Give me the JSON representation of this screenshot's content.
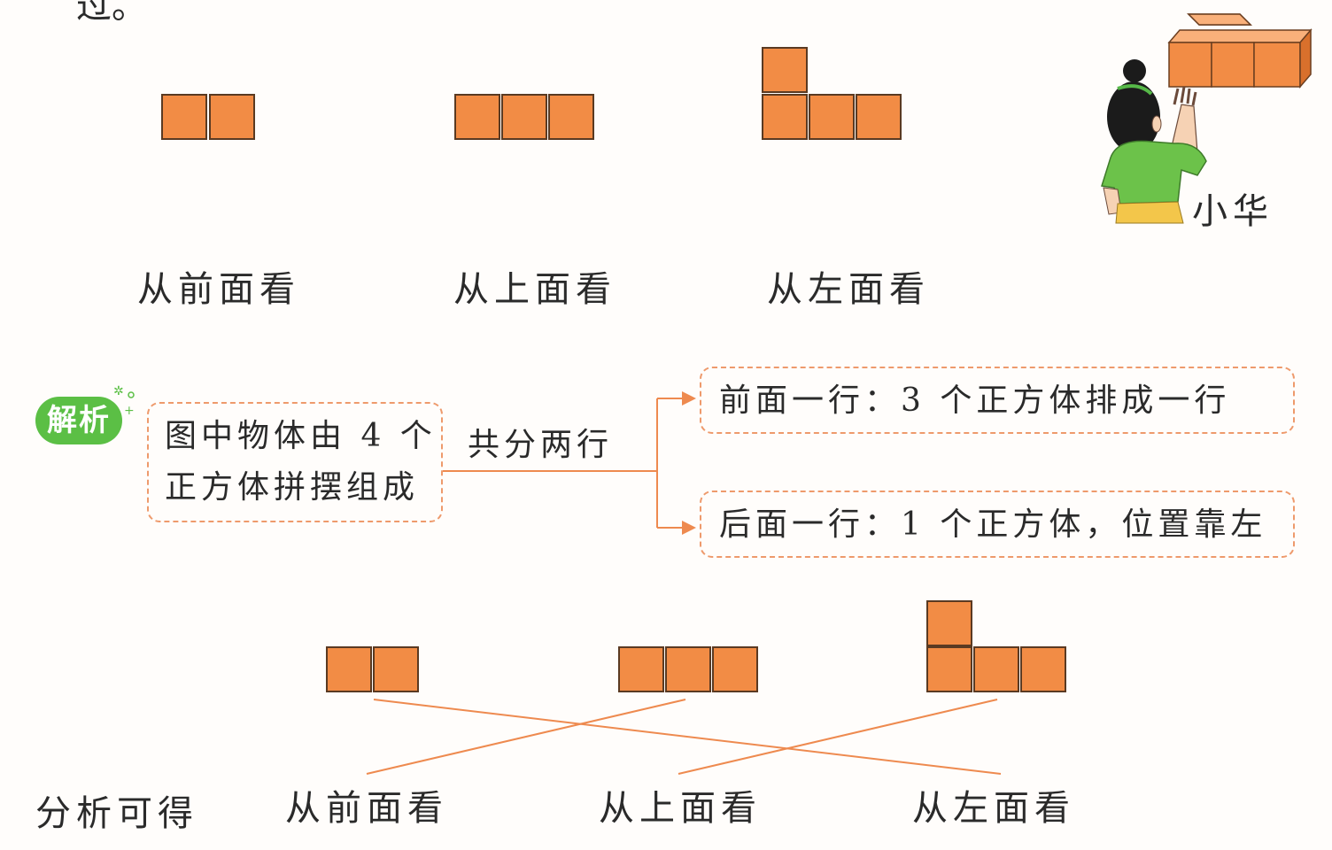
{
  "fragment": "过。",
  "top_views": [
    {
      "label": "从前面看"
    },
    {
      "label": "从上面看"
    },
    {
      "label": "从左面看"
    }
  ],
  "character": {
    "name": "小华"
  },
  "analysis": {
    "badge": "解析",
    "box_line1": "图中物体由 4 个",
    "box_line2": "正方体拼摆组成",
    "connector": "共分两行",
    "front_row": "前面一行：3 个正方体排成一行",
    "back_row": "后面一行：1 个正方体，位置靠左"
  },
  "bottom": {
    "heading": "分析可得",
    "labels": [
      "从前面看",
      "从上面看",
      "从左面看"
    ]
  },
  "colors": {
    "cube": "#f28c45",
    "accent": "#ee8a4f",
    "badge": "#5bbf45"
  }
}
